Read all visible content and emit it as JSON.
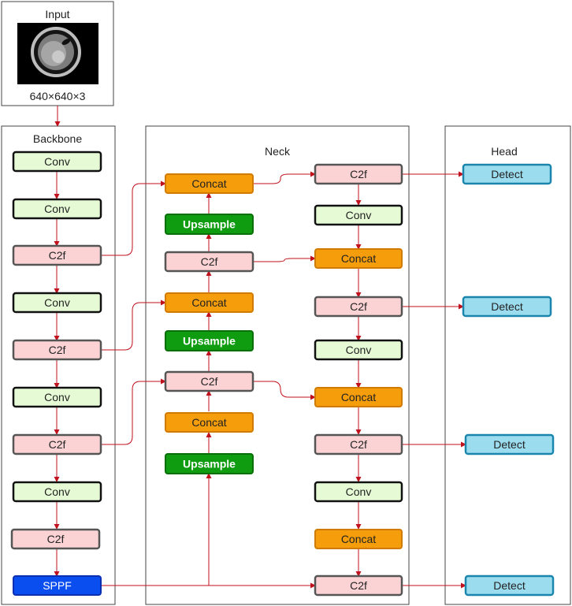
{
  "input": {
    "title": "Input",
    "size": "640×640×3"
  },
  "panels": {
    "backbone": "Backbone",
    "neck": "Neck",
    "head": "Head"
  },
  "colors": {
    "conv": "#e6fbd5",
    "c2f": "#fbd3d5",
    "concat": "#f59d0a",
    "upsample": "#109c10",
    "sppf": "#0a4ef0",
    "detect": "#9cdcef",
    "arrow": "#c0121c",
    "border": "#333333"
  },
  "nodes": [
    {
      "id": "b_conv1",
      "type": "conv",
      "label": "Conv"
    },
    {
      "id": "b_conv2",
      "type": "conv",
      "label": "Conv"
    },
    {
      "id": "b_c2f1",
      "type": "c2f",
      "label": "C2f"
    },
    {
      "id": "b_conv3",
      "type": "conv",
      "label": "Conv"
    },
    {
      "id": "b_c2f2",
      "type": "c2f",
      "label": "C2f"
    },
    {
      "id": "b_conv4",
      "type": "conv",
      "label": "Conv"
    },
    {
      "id": "b_c2f3",
      "type": "c2f",
      "label": "C2f"
    },
    {
      "id": "b_conv5",
      "type": "conv",
      "label": "Conv"
    },
    {
      "id": "b_c2f4",
      "type": "c2f",
      "label": "C2f"
    },
    {
      "id": "b_sppf",
      "type": "sppf",
      "label": "SPPF"
    },
    {
      "id": "n_concat1",
      "type": "concat",
      "label": "Concat"
    },
    {
      "id": "n_up1",
      "type": "upsample",
      "label": "Upsample"
    },
    {
      "id": "n_c2f1",
      "type": "c2f",
      "label": "C2f"
    },
    {
      "id": "n_concat2",
      "type": "concat",
      "label": "Concat"
    },
    {
      "id": "n_up2",
      "type": "upsample",
      "label": "Upsample"
    },
    {
      "id": "n_c2f2",
      "type": "c2f",
      "label": "C2f"
    },
    {
      "id": "n_concat3",
      "type": "concat",
      "label": "Concat"
    },
    {
      "id": "n_up3",
      "type": "upsample",
      "label": "Upsample"
    },
    {
      "id": "r_c2f1",
      "type": "c2f",
      "label": "C2f"
    },
    {
      "id": "r_conv1",
      "type": "conv",
      "label": "Conv"
    },
    {
      "id": "r_concat1",
      "type": "concat",
      "label": "Concat"
    },
    {
      "id": "r_c2f2",
      "type": "c2f",
      "label": "C2f"
    },
    {
      "id": "r_conv2",
      "type": "conv",
      "label": "Conv"
    },
    {
      "id": "r_concat2",
      "type": "concat",
      "label": "Concat"
    },
    {
      "id": "r_c2f3",
      "type": "c2f",
      "label": "C2f"
    },
    {
      "id": "r_conv3",
      "type": "conv",
      "label": "Conv"
    },
    {
      "id": "r_concat3",
      "type": "concat",
      "label": "Concat"
    },
    {
      "id": "r_c2f4",
      "type": "c2f",
      "label": "C2f"
    },
    {
      "id": "h_det1",
      "type": "detect",
      "label": "Detect"
    },
    {
      "id": "h_det2",
      "type": "detect",
      "label": "Detect"
    },
    {
      "id": "h_det3",
      "type": "detect",
      "label": "Detect"
    },
    {
      "id": "h_det4",
      "type": "detect",
      "label": "Detect"
    }
  ]
}
